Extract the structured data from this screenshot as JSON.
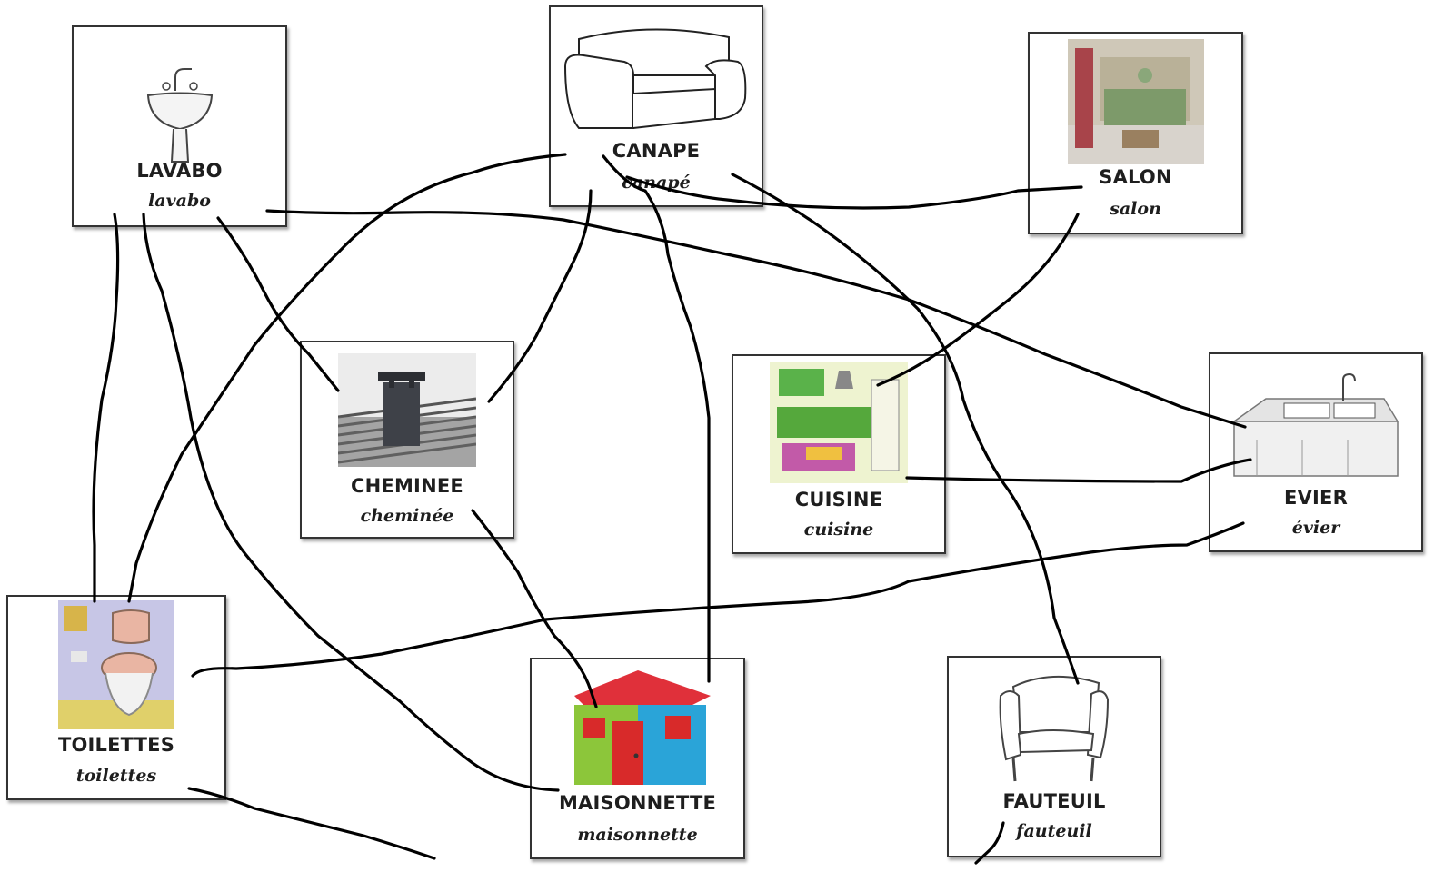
{
  "cards": [
    {
      "id": "lavabo",
      "word": "LAVABO",
      "script": "lavabo",
      "icon": "sink-icon"
    },
    {
      "id": "canape",
      "word": "CANAPE",
      "script": "canapé",
      "icon": "sofa-icon"
    },
    {
      "id": "salon",
      "word": "SALON",
      "script": "salon",
      "icon": "living-room-icon"
    },
    {
      "id": "cheminee",
      "word": "CHEMINEE",
      "script": "cheminée",
      "icon": "chimney-icon"
    },
    {
      "id": "cuisine",
      "word": "CUISINE",
      "script": "cuisine",
      "icon": "kitchen-icon"
    },
    {
      "id": "evier",
      "word": "EVIER",
      "script": "évier",
      "icon": "kitchen-sink-icon"
    },
    {
      "id": "toilettes",
      "word": "TOILETTES",
      "script": "toilettes",
      "icon": "toilet-icon"
    },
    {
      "id": "maisonnette",
      "word": "MAISONNETTE",
      "script": "maisonnette",
      "icon": "playhouse-icon"
    },
    {
      "id": "fauteuil",
      "word": "FAUTEUIL",
      "script": "fauteuil",
      "icon": "armchair-icon"
    }
  ],
  "colors": {
    "ink": "#000000",
    "border": "#333333"
  }
}
